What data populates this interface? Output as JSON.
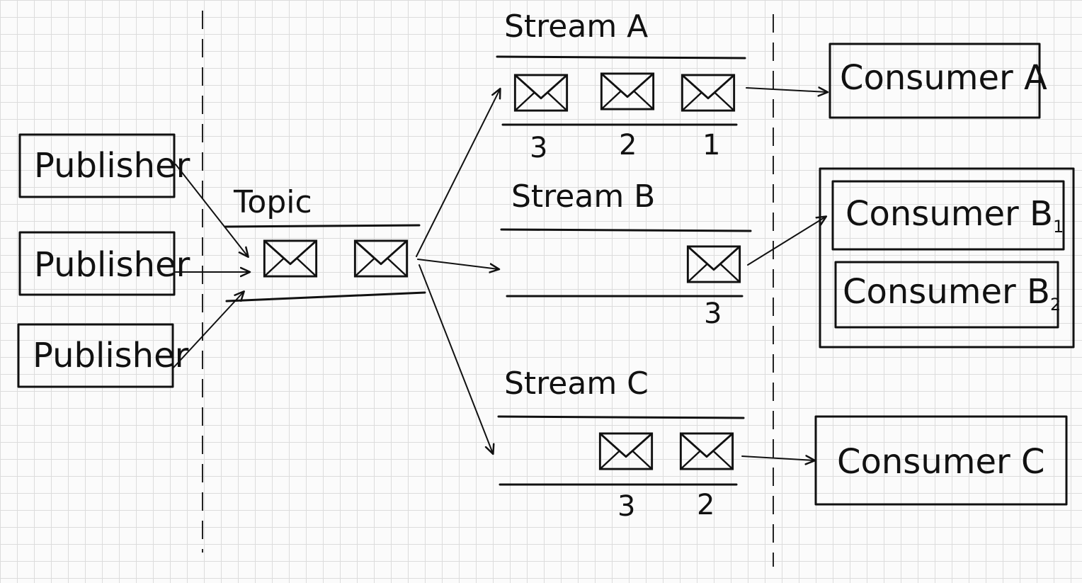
{
  "publishers": [
    "Publisher",
    "Publisher",
    "Publisher"
  ],
  "topic": {
    "label": "Topic"
  },
  "streams": [
    {
      "label": "Stream A",
      "numbers": [
        "3",
        "2",
        "1"
      ]
    },
    {
      "label": "Stream B",
      "numbers": [
        "3"
      ]
    },
    {
      "label": "Stream C",
      "numbers": [
        "3",
        "2"
      ]
    }
  ],
  "consumers": {
    "a": "Consumer A",
    "b1": {
      "text": "Consumer B",
      "sub": "1"
    },
    "b2": {
      "text": "Consumer B",
      "sub": "2"
    },
    "c": "Consumer C"
  },
  "icons": {
    "message": "envelope-icon"
  },
  "colors": {
    "ink": "#111111",
    "grid": "#dcdcdc",
    "paper": "#fbfbfb"
  }
}
